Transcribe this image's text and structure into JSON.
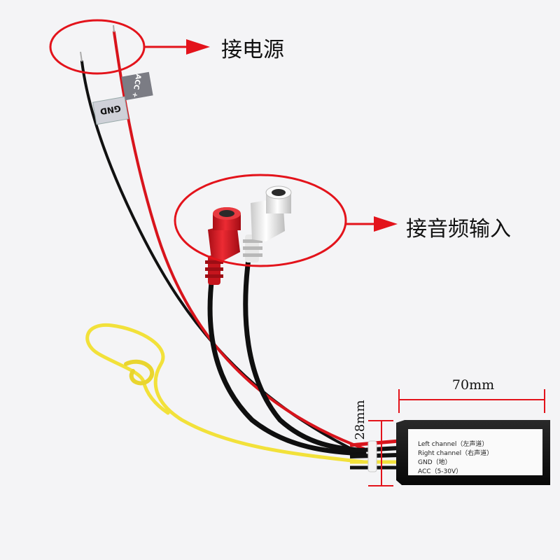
{
  "annotations": {
    "power_label": "接电源",
    "audio_label": "接音频输入",
    "accent_color": "#e3131b"
  },
  "wire_tags": {
    "gnd": "GND",
    "acc": "ACC +"
  },
  "dimensions": {
    "width": "70mm",
    "height": "28mm"
  },
  "module_label": {
    "line1": "Left channel（左声道）",
    "line2": "Right channel（右声道）",
    "line3": "GND（地）",
    "line4": "ACC（5-30V）"
  },
  "colors": {
    "background": "#f4f4f6",
    "wire_red": "#d8141c",
    "wire_black": "#111111",
    "wire_yellow": "#f2e13a",
    "rca_red": "#d51a26",
    "rca_white": "#f5f5f5",
    "module_body": "#121212"
  }
}
